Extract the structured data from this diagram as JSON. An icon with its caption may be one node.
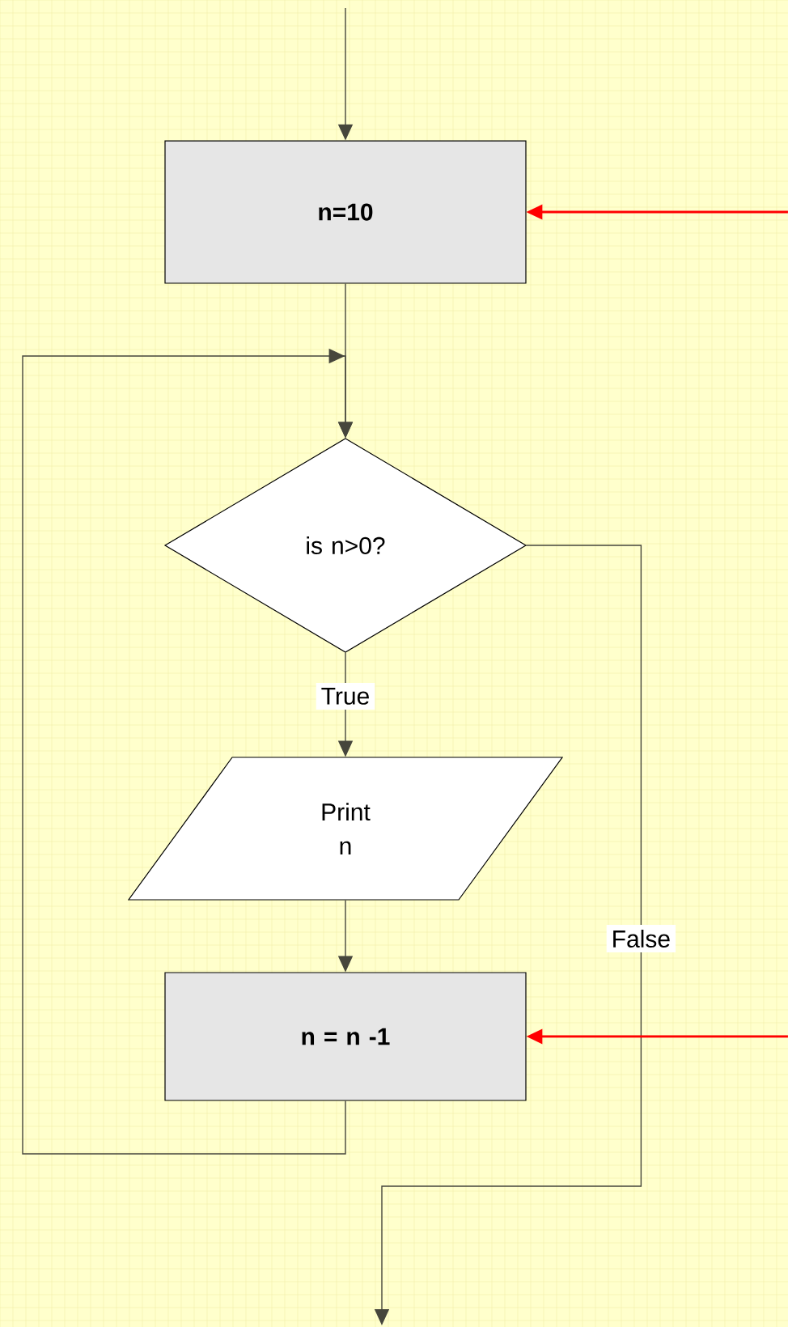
{
  "diagram": {
    "nodes": [
      {
        "text": [
          "n=10"
        ]
      },
      {
        "text": [
          "is n>0?"
        ]
      },
      {
        "text": [
          "Print n"
        ]
      },
      {
        "text": [
          "n = n -1"
        ]
      }
    ],
    "edges": [
      {
        "from": null,
        "to": 0,
        "arrow": "to"
      },
      {
        "from": 0,
        "to": 1,
        "arrow": "to"
      },
      {
        "from": 1,
        "to": 2,
        "arrow": "to",
        "label": "True"
      },
      {
        "from": 2,
        "to": 3,
        "arrow": "to"
      },
      {
        "from": 3,
        "to": 1,
        "arrow": "to"
      },
      {
        "from": 1,
        "to": null,
        "arrow": "to",
        "label": "False"
      },
      {
        "from": null,
        "to": 0,
        "arrow": "to",
        "color": "#ff0000"
      },
      {
        "from": null,
        "to": 3,
        "arrow": "to",
        "color": "#ff0000"
      }
    ]
  }
}
